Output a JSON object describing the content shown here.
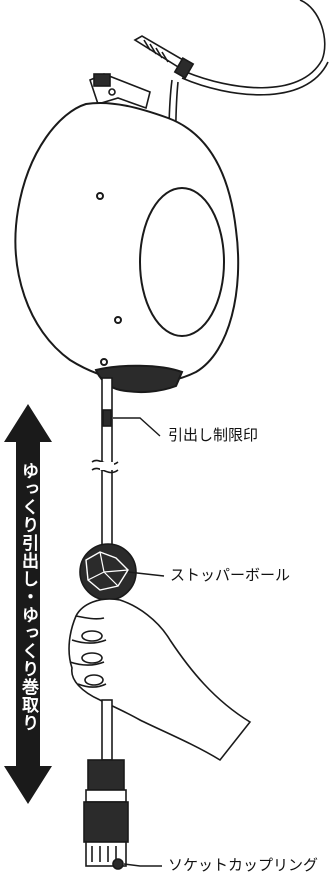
{
  "labels": {
    "limit_mark": "引出し制限印",
    "stopper_ball": "ストッパーボール",
    "socket_coupling": "ソケットカップリング"
  },
  "arrow_text": "ゆっくり引出し・ゆっくり巻取り",
  "colors": {
    "outline": "#1a1a1a",
    "arrow": "#1a1a1a",
    "arrow_text": "#ffffff",
    "background": "#ffffff",
    "dark_part": "#2b2b2b"
  }
}
